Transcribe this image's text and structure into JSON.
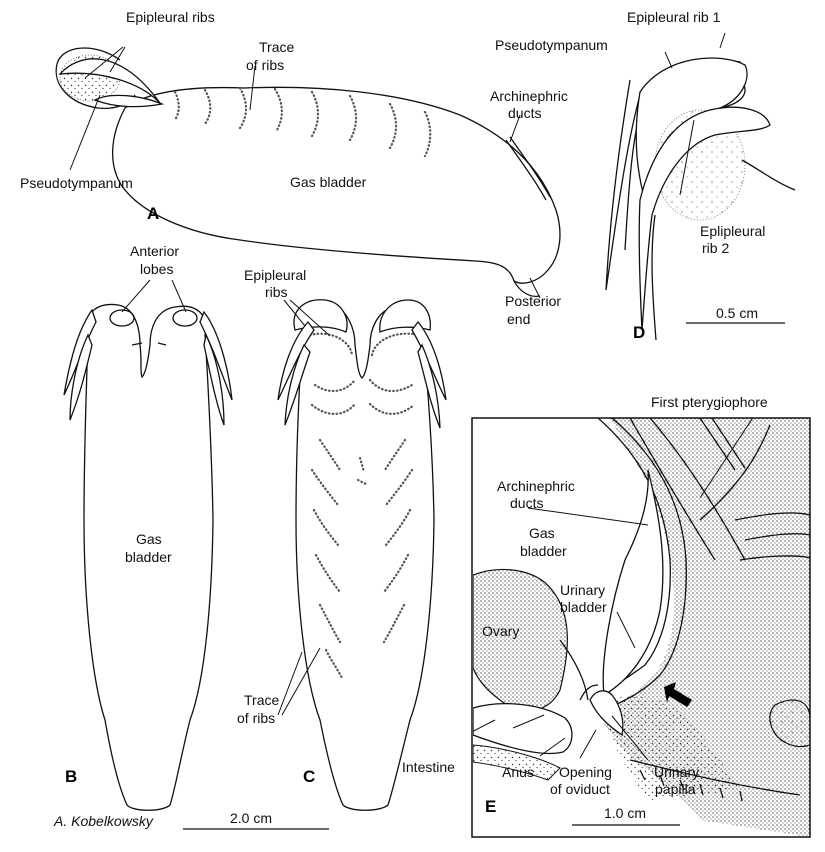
{
  "figure": {
    "panels": {
      "a": "A",
      "b": "B",
      "c": "C",
      "d": "D",
      "e": "E"
    },
    "labels": {
      "epipleural_ribs_a": "Epipleural ribs",
      "trace_of_ribs_a": [
        "Trace",
        "of ribs"
      ],
      "pseudotympanum_a": "Pseudotympanum",
      "gas_bladder_a": "Gas bladder",
      "archinephric_ducts_a": [
        "Archinephric",
        "ducts"
      ],
      "posterior_end": [
        "Posterior",
        "end"
      ],
      "anterior_lobes": [
        "Anterior",
        "lobes"
      ],
      "epipleural_ribs_c": [
        "Epipleural",
        "ribs"
      ],
      "gas_bladder_b": [
        "Gas",
        "bladder"
      ],
      "trace_of_ribs_c": [
        "Trace",
        "of ribs"
      ],
      "intestine": "Intestine",
      "epipleural_rib_1": "Epipleural rib 1",
      "pseudotympanum_d": "Pseudotympanum",
      "epipleural_rib_2": [
        "Eplipleural",
        "rib 2"
      ],
      "first_pterygiophore": "First pterygiophore",
      "archinephric_ducts_e": [
        "Archinephric",
        "ducts"
      ],
      "gas_bladder_e": [
        "Gas",
        "bladder"
      ],
      "urinary_bladder": [
        "Urinary",
        "bladder"
      ],
      "ovary": "Ovary",
      "anus": "Anus",
      "opening_of_oviduct": [
        "Opening",
        "of oviduct"
      ],
      "urinary_papilla": [
        "Urinary",
        "papilla"
      ]
    },
    "scale_bars": {
      "bc": "2.0 cm",
      "d": "0.5 cm",
      "e": "1.0 cm"
    },
    "credit": "A. Kobelkowsky"
  }
}
